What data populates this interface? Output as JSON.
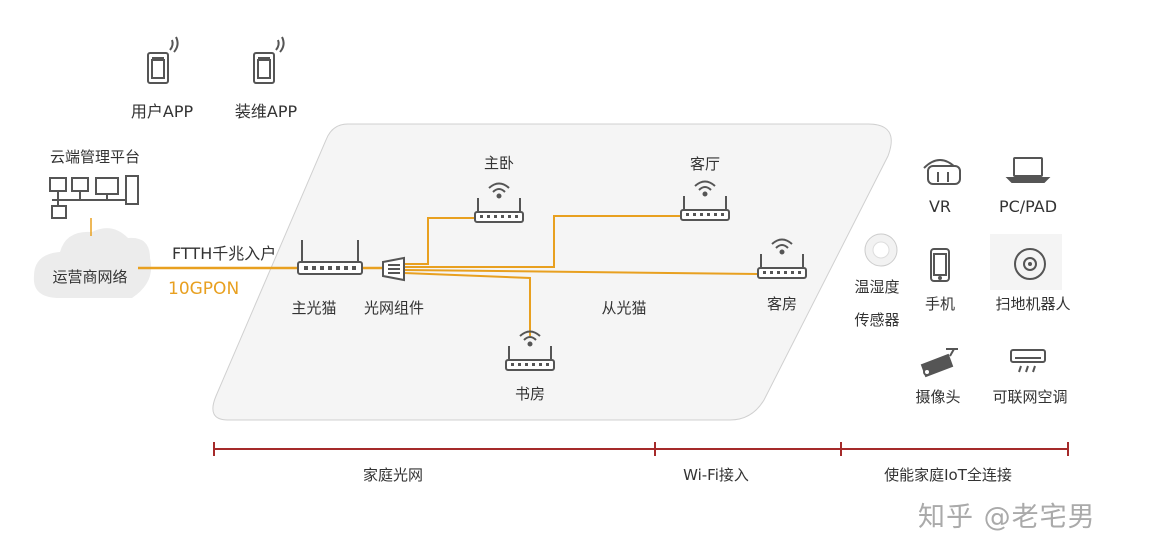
{
  "apps": {
    "user_app": "用户APP",
    "maintenance_app": "装维APP"
  },
  "cloud_platform": "云端管理平台",
  "operator_network": "运营商网络",
  "ftth_label": "FTTH千兆入户",
  "gpon_label": "10GPON",
  "main_modem": "主光猫",
  "optical_component": "光网组件",
  "sub_modem": "从光猫",
  "rooms": {
    "master_bedroom": "主卧",
    "living_room": "客厅",
    "guest_room": "客房",
    "study": "书房"
  },
  "iot_devices": {
    "vr": "VR",
    "pc_pad": "PC/PAD",
    "sensor_line1": "温湿度",
    "sensor_line2": "传感器",
    "phone": "手机",
    "robot_vacuum": "扫地机器人",
    "camera": "摄像头",
    "air_conditioner": "可联网空调"
  },
  "sections": {
    "home_optical": "家庭光网",
    "wifi_access": "Wi-Fi接入",
    "iot_connect": "使能家庭IoT全连接"
  },
  "watermark": "知乎 @老宅男",
  "colors": {
    "fiber": "#e8a020",
    "timeline": "#a52a2a",
    "icon": "#555555",
    "platform_bg": "#f5f5f5",
    "cloud_bg": "#ececec"
  }
}
